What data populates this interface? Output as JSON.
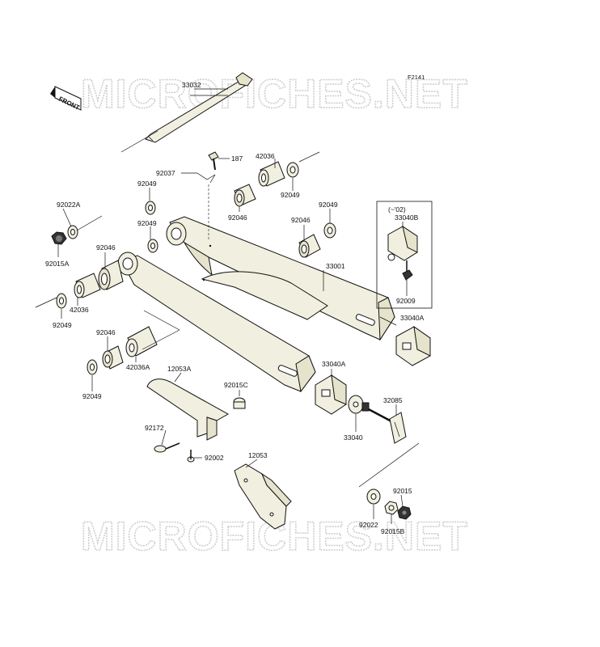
{
  "diagram": {
    "figure_code": "F2141",
    "front_label": "FRONT",
    "watermark_top": "MICROFICHES.NET",
    "watermark_bottom": "MICROFICHES.NET",
    "inset_note": "(~'02)",
    "parts": [
      {
        "id": "p33032",
        "label": "33032"
      },
      {
        "id": "p187",
        "label": "187"
      },
      {
        "id": "p42036a",
        "label": "42036"
      },
      {
        "id": "p92037",
        "label": "92037"
      },
      {
        "id": "p92049a",
        "label": "92049"
      },
      {
        "id": "p92049b",
        "label": "92049"
      },
      {
        "id": "p92049c",
        "label": "92049"
      },
      {
        "id": "p92049d",
        "label": "92049"
      },
      {
        "id": "p92049e",
        "label": "92049"
      },
      {
        "id": "p92049f",
        "label": "92049"
      },
      {
        "id": "p92049g",
        "label": "92049"
      },
      {
        "id": "p92022a",
        "label": "92022A"
      },
      {
        "id": "p92015a",
        "label": "92015A"
      },
      {
        "id": "p92046a",
        "label": "92046"
      },
      {
        "id": "p92046b",
        "label": "92046"
      },
      {
        "id": "p92046c",
        "label": "92046"
      },
      {
        "id": "p92046d",
        "label": "92046"
      },
      {
        "id": "p42036b",
        "label": "42036"
      },
      {
        "id": "p42036c",
        "label": "42036A"
      },
      {
        "id": "p33001",
        "label": "33001"
      },
      {
        "id": "p33040b",
        "label": "33040B"
      },
      {
        "id": "p92009",
        "label": "92009"
      },
      {
        "id": "p33040a1",
        "label": "33040A"
      },
      {
        "id": "p33040a2",
        "label": "33040A"
      },
      {
        "id": "p12053a",
        "label": "12053A"
      },
      {
        "id": "p92015c",
        "label": "92015C"
      },
      {
        "id": "p32085",
        "label": "32085"
      },
      {
        "id": "p33040",
        "label": "33040"
      },
      {
        "id": "p92172",
        "label": "92172"
      },
      {
        "id": "p92002",
        "label": "92002"
      },
      {
        "id": "p12053",
        "label": "12053"
      },
      {
        "id": "p92015",
        "label": "92015"
      },
      {
        "id": "p92022",
        "label": "92022"
      },
      {
        "id": "p92015b",
        "label": "92015B"
      }
    ]
  }
}
